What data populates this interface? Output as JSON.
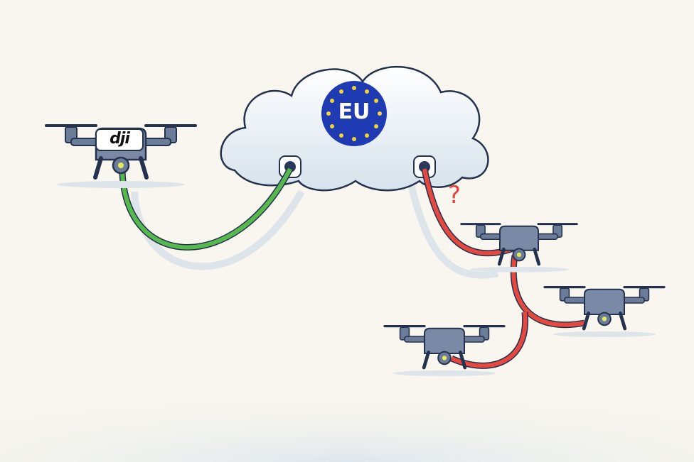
{
  "illustration": {
    "description": "DJI drone connected to an EU cloud via green cable; other drones connected via red cable with question mark",
    "cloud": {
      "badge_text": "EU",
      "badge_color": "#1f3bb3",
      "star_color": "#f5d230",
      "star_count": 12
    },
    "main_drone": {
      "logo_text": "dji",
      "cable_color": "#4caf50"
    },
    "other_drones": {
      "count": 3,
      "cable_color": "#e4483f"
    },
    "question_mark": "?",
    "colors": {
      "background": "#f8f6ee",
      "drone_body": "#6b7c99",
      "outline": "#24324d"
    }
  }
}
